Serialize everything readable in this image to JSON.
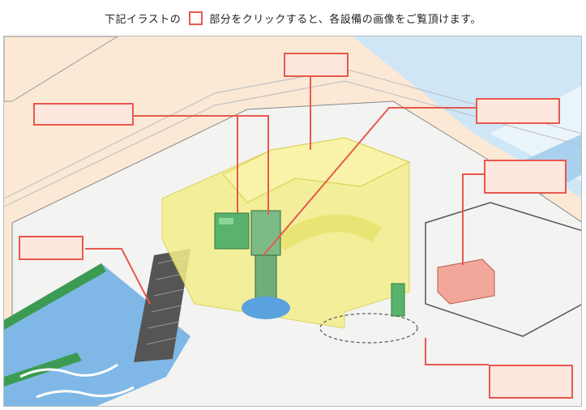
{
  "instruction": {
    "before": "下記イラストの",
    "after": "部分をクリックすると、各設備の画像をご覧頂けます。"
  },
  "colors": {
    "accent_red": "#e8584d",
    "hotspot_fill": "#fde7df",
    "highlight_yellow": "#f4ee8a",
    "water_blue": "#7fb8e6",
    "equipment_green": "#5ab36c",
    "equipment_pink": "#f2a79a",
    "ground_beige": "#fbe9d6"
  },
  "hotspots": [
    {
      "name": "hotspot-building",
      "label": ""
    },
    {
      "name": "hotspot-control-panel",
      "label": ""
    },
    {
      "name": "hotspot-pump",
      "label": ""
    },
    {
      "name": "hotspot-generator",
      "label": ""
    },
    {
      "name": "hotspot-screen",
      "label": ""
    },
    {
      "name": "hotspot-fuel-tank",
      "label": ""
    }
  ]
}
